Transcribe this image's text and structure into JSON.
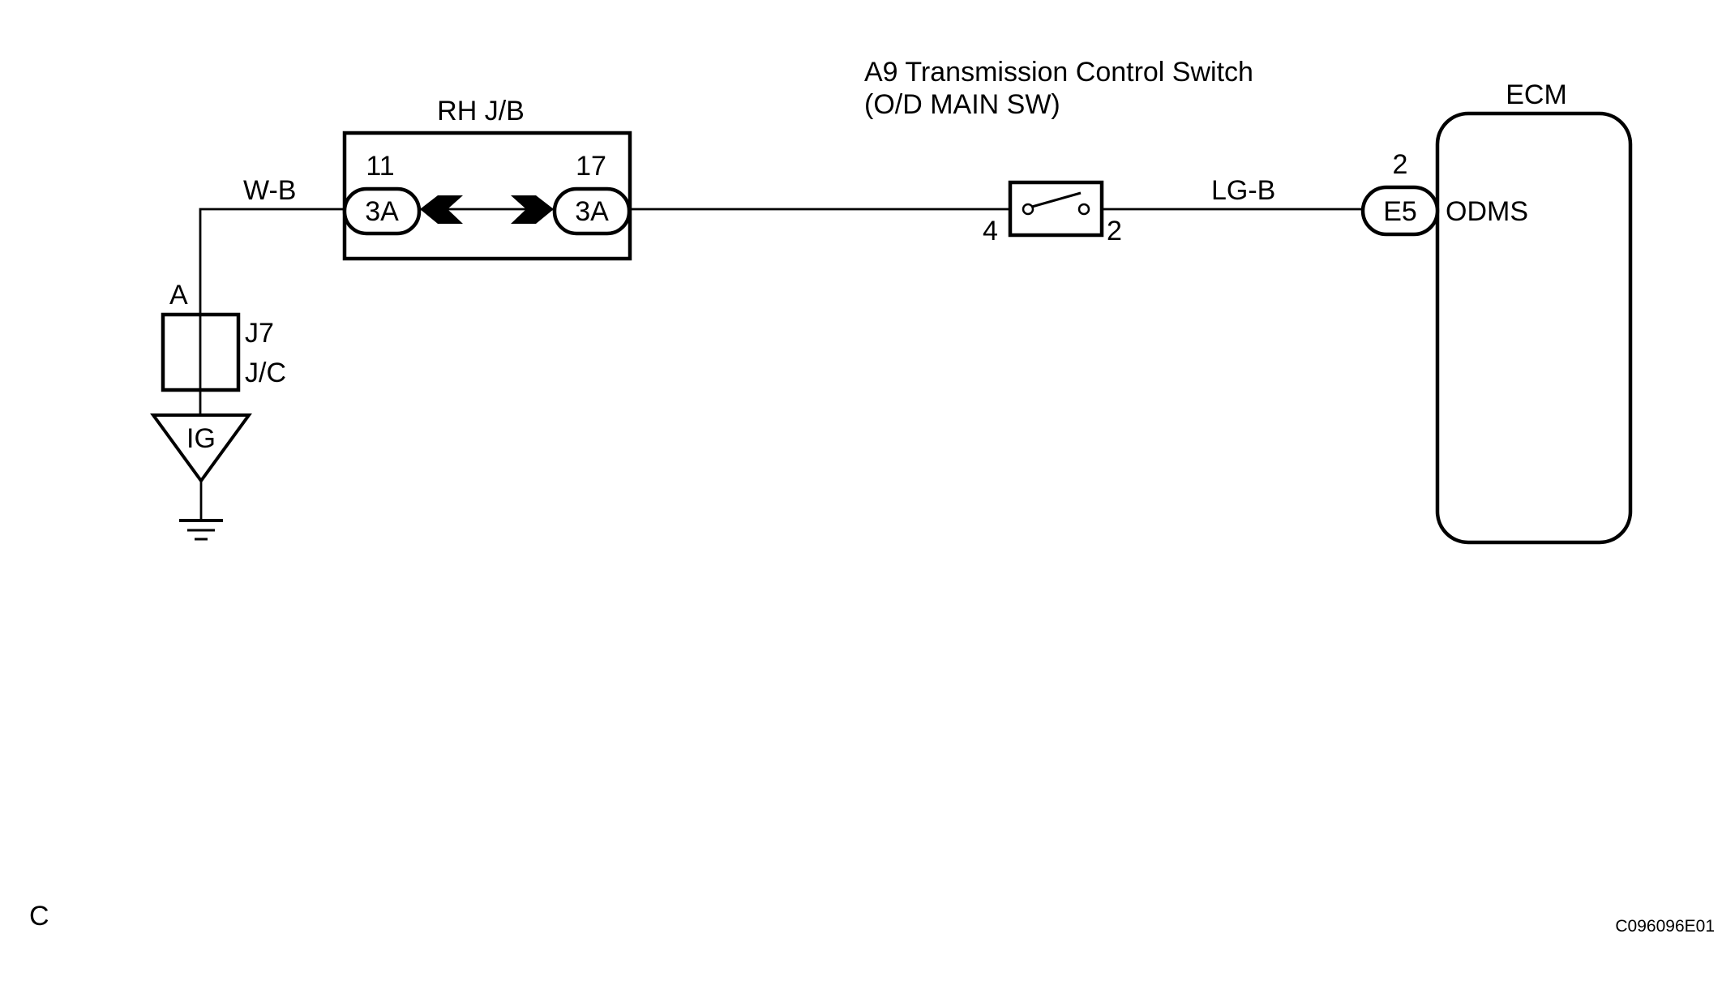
{
  "junction_block": {
    "title": "RH J/B",
    "left_pin": "11",
    "right_pin": "17",
    "left_connector": "3A",
    "right_connector": "3A"
  },
  "wire_left": {
    "color_code": "W-B"
  },
  "junction_connector": {
    "point_label": "A",
    "code": "J7",
    "type": "J/C"
  },
  "ground_symbol": {
    "label": "IG"
  },
  "switch": {
    "title_line1": "A9 Transmission Control Switch",
    "title_line2": "(O/D MAIN SW)",
    "pin_left": "4",
    "pin_right": "2"
  },
  "wire_right": {
    "color_code": "LG-B"
  },
  "ecm": {
    "title": "ECM",
    "pin": "2",
    "connector": "E5",
    "terminal": "ODMS"
  },
  "footer": {
    "corner_letter": "C",
    "figure_code": "C096096E01"
  }
}
